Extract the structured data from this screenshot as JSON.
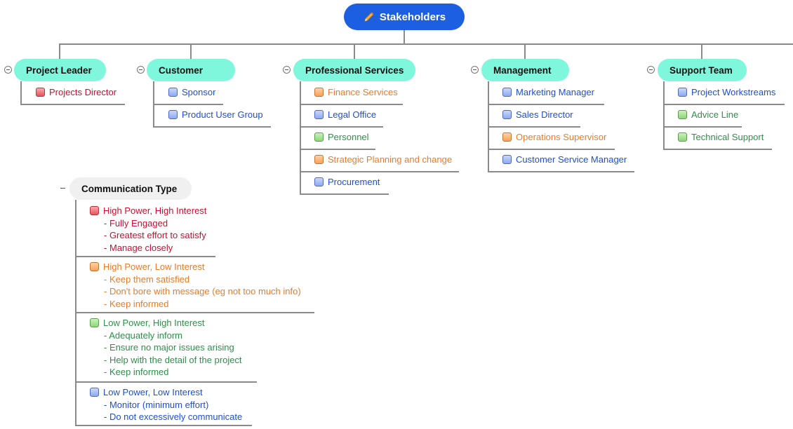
{
  "root": {
    "title": "Stakeholders",
    "icon": "pencil-icon"
  },
  "categories": [
    {
      "label": "Project Leader",
      "items": [
        {
          "label": "Projects Director",
          "color": "red"
        }
      ]
    },
    {
      "label": "Customer",
      "items": [
        {
          "label": "Sponsor",
          "color": "blue"
        },
        {
          "label": "Product User Group",
          "color": "blue"
        }
      ]
    },
    {
      "label": "Professional Services",
      "items": [
        {
          "label": "Finance Services",
          "color": "orange"
        },
        {
          "label": "Legal Office",
          "color": "blue"
        },
        {
          "label": "Personnel",
          "color": "green"
        },
        {
          "label": "Strategic Planning and change",
          "color": "orange"
        },
        {
          "label": "Procurement",
          "color": "blue"
        }
      ]
    },
    {
      "label": "Management",
      "items": [
        {
          "label": "Marketing Manager",
          "color": "blue"
        },
        {
          "label": "Sales Director",
          "color": "blue"
        },
        {
          "label": "Operations Supervisor",
          "color": "orange"
        },
        {
          "label": "Customer Service Manager",
          "color": "blue"
        }
      ]
    },
    {
      "label": "Support Team",
      "items": [
        {
          "label": "Project Workstreams",
          "color": "blue"
        },
        {
          "label": "Advice Line",
          "color": "green"
        },
        {
          "label": "Technical Support",
          "color": "green"
        }
      ]
    }
  ],
  "communication": {
    "title": "Communication Type",
    "groups": [
      {
        "heading": "High Power, High Interest",
        "color": "red",
        "lines": [
          "- Fully Engaged",
          "- Greatest effort to satisfy",
          "- Manage closely"
        ]
      },
      {
        "heading": "High Power, Low Interest",
        "color": "orange",
        "lines": [
          "- Keep them satisfied",
          "- Don't bore with message (eg not too much info)",
          "- Keep informed"
        ]
      },
      {
        "heading": "Low Power, High Interest",
        "color": "green",
        "lines": [
          "- Adequately inform",
          "- Ensure no major issues arising",
          "- Help with the detail of the project",
          "- Keep informed"
        ]
      },
      {
        "heading": "Low Power, Low Interest",
        "color": "blue",
        "lines": [
          "- Monitor (minimum effort)",
          "- Do not excessively communicate"
        ]
      }
    ]
  }
}
